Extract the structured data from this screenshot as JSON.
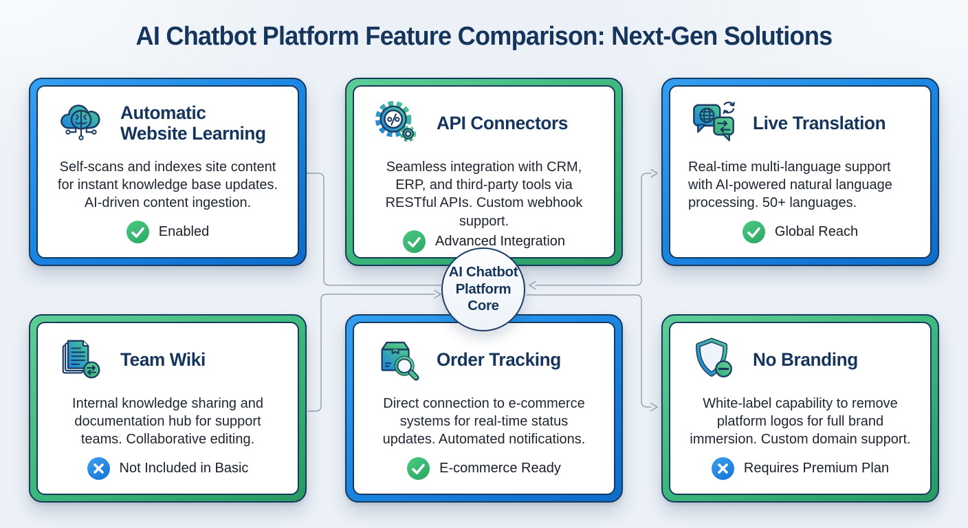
{
  "title": "AI Chatbot Platform Feature Comparison: Next-Gen Solutions",
  "center_node": {
    "line1": "AI Chatbot",
    "line2": "Platform",
    "line3": "Core"
  },
  "cards": [
    {
      "title": "Automatic Website Learning",
      "description": "Self-scans and indexes site content for instant knowledge base updates. AI-driven content ingestion.",
      "status": {
        "type": "check",
        "label": "Enabled"
      },
      "accent": "blue",
      "icon": "brain-cloud-icon",
      "align": "center"
    },
    {
      "title": "API Connectors",
      "description": "Seamless integration with CRM, ERP, and third-party tools via RESTful APIs. Custom webhook support.",
      "status": {
        "type": "check",
        "label": "Advanced Integration"
      },
      "accent": "green",
      "icon": "api-gears-icon",
      "align": "center"
    },
    {
      "title": "Live Translation",
      "description": "Real-time multi-language support with AI-powered natural language processing. 50+ languages.",
      "status": {
        "type": "check",
        "label": "Global Reach"
      },
      "accent": "blue",
      "icon": "translation-bubbles-icon",
      "align": "left"
    },
    {
      "title": "Team Wiki",
      "description": "Internal knowledge sharing and documentation hub for support teams. Collaborative editing.",
      "status": {
        "type": "cross",
        "label": "Not Included in Basic"
      },
      "accent": "green",
      "icon": "team-wiki-documents-icon",
      "align": "center"
    },
    {
      "title": "Order Tracking",
      "description": "Direct connection to e-commerce systems for real-time status updates. Automated notifications.",
      "status": {
        "type": "check",
        "label": "E-commerce Ready"
      },
      "accent": "blue",
      "icon": "package-search-icon",
      "align": "center"
    },
    {
      "title": "No Branding",
      "description": "White-label capability to remove platform logos for full brand immersion. Custom domain support.",
      "status": {
        "type": "cross",
        "label": "Requires Premium Plan"
      },
      "accent": "green",
      "icon": "shield-minus-icon",
      "align": "center"
    }
  ],
  "colors": {
    "card_blue": "#1b86e3",
    "card_green": "#3db87c",
    "status_check_green": "#3dbb72",
    "status_cross_blue": "#1e88e5",
    "navy_text": "#16355c",
    "connector_gray": "#98a2b0",
    "background": "#ecf1f7"
  }
}
